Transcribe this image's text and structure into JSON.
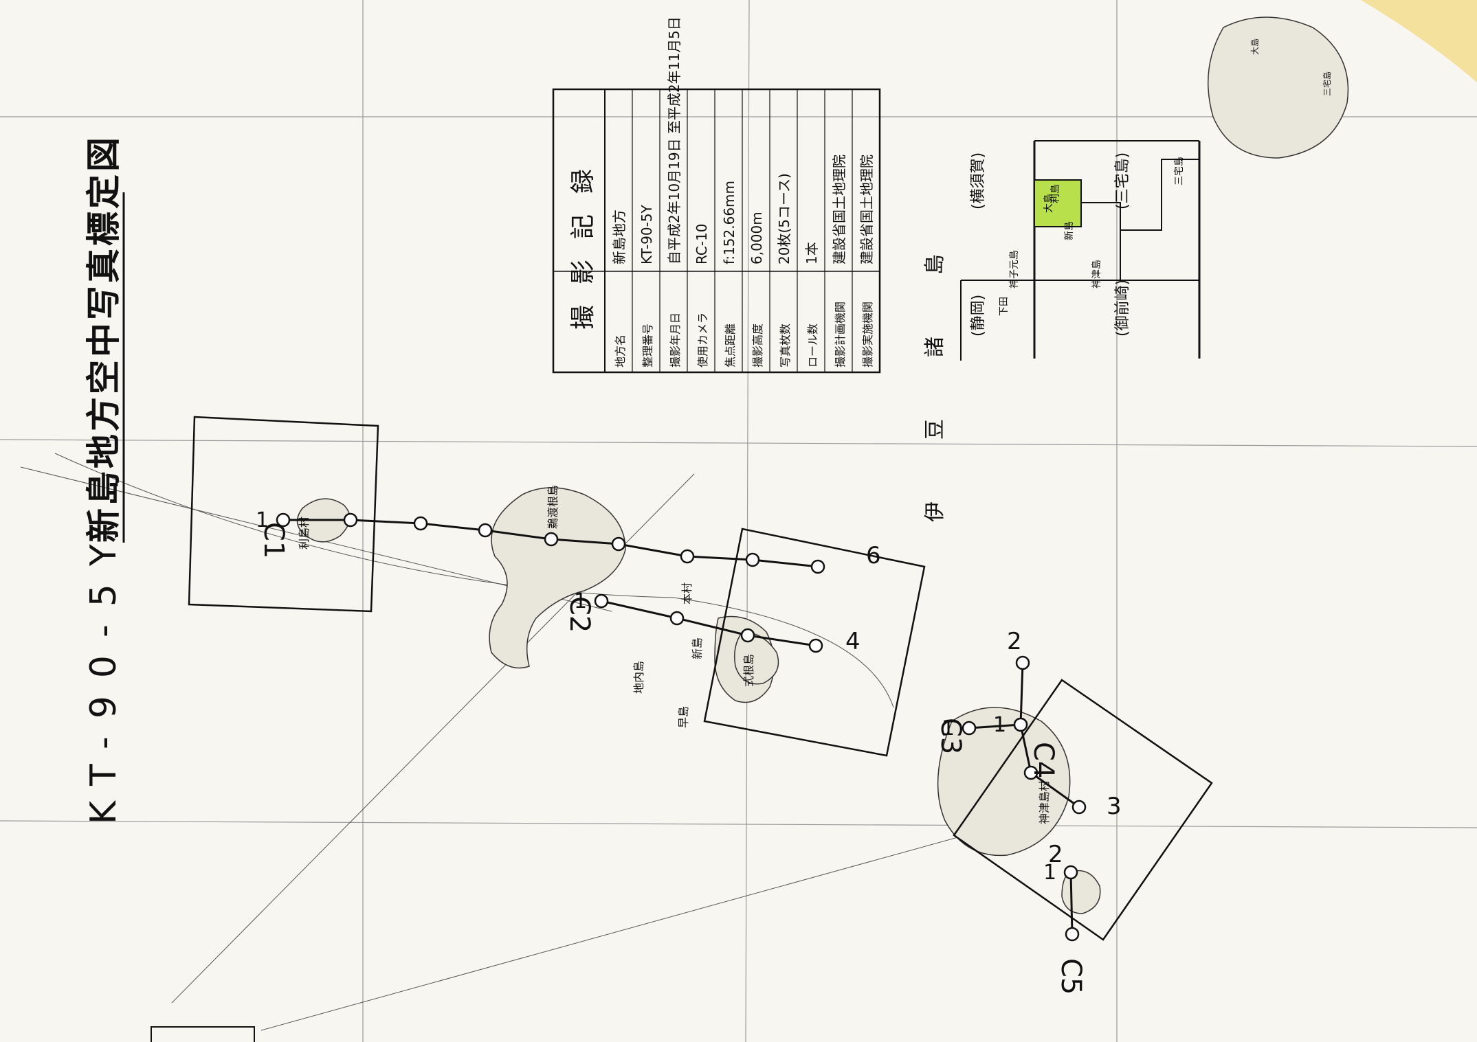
{
  "sheet": {
    "code": "KT-90-5Y",
    "title": "新島地方空中写真標定図"
  },
  "record_table": {
    "heading": "撮影記録",
    "rows": [
      {
        "label": "地方名",
        "value": "新島地方"
      },
      {
        "label": "整理番号",
        "value": "KT-90-5Y"
      },
      {
        "label": "撮影年月日",
        "value": "自平成2年10月19日 至平成2年11月5日"
      },
      {
        "label": "使用カメラ",
        "value": "RC-10"
      },
      {
        "label": "焦点距離",
        "value": "f:152.66mm"
      },
      {
        "label": "撮影高度",
        "value": "6,000m"
      },
      {
        "label": "写真枚数",
        "value": "20枚(5コース)"
      },
      {
        "label": "ロール数",
        "value": "1本"
      },
      {
        "label": "撮影計画機関",
        "value": "建設省国土地理院"
      },
      {
        "label": "撮影実施機関",
        "value": "建設省国土地理院"
      }
    ]
  },
  "index_map": {
    "labels": [
      "(静岡)",
      "(横須賀)",
      "(御前崎)",
      "(三宅島)",
      "下田",
      "大島",
      "神子元島",
      "新島",
      "神津島",
      "三宅島",
      "利島"
    ],
    "highlight_cell": "利島",
    "highlight_color": "#b8e04a"
  },
  "region_label": "伊豆諸島",
  "islands": [
    {
      "name": "利島村"
    },
    {
      "name": "新島"
    },
    {
      "name": "本村"
    },
    {
      "name": "式根島"
    },
    {
      "name": "神津島村"
    },
    {
      "name": "鵜渡根島"
    },
    {
      "name": "地内島"
    },
    {
      "name": "早島"
    }
  ],
  "courses": [
    {
      "id": "C1",
      "start": "1",
      "end": "6"
    },
    {
      "id": "C2",
      "start": "1",
      "end": "4"
    },
    {
      "id": "C3",
      "start": "1",
      "end": "3"
    },
    {
      "id": "C4",
      "start": "1",
      "end": "2"
    },
    {
      "id": "C5",
      "start": "1",
      "end": "2"
    }
  ],
  "corner_labels": [
    "三宅島",
    "大島"
  ]
}
